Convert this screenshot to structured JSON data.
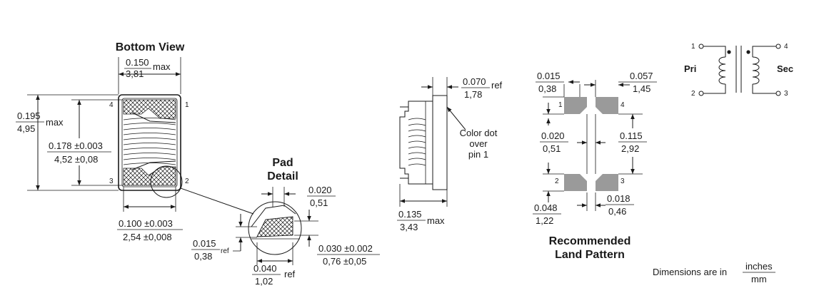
{
  "bottom_view": {
    "title": "Bottom View",
    "width": {
      "in": "0.150",
      "mm": "3,81",
      "note": "max"
    },
    "height": {
      "in": "0.195",
      "mm": "4,95",
      "note": "max"
    },
    "height_tol": {
      "in": "0.178 ±0.003",
      "mm": "4,52 ±0,08"
    },
    "pad_span": {
      "in": "0.100 ±0.003",
      "mm": "2,54 ±0,008"
    },
    "pins": [
      "4",
      "1",
      "3",
      "2"
    ]
  },
  "pad_detail": {
    "title_line1": "Pad",
    "title_line2": "Detail",
    "pad_width": {
      "in": "0.020",
      "mm": "0,51"
    },
    "pad_offset": {
      "in": "0.015",
      "mm": "0,38",
      "note": "ref"
    },
    "pad_length": {
      "in": "0.040",
      "mm": "1,02",
      "note": "ref"
    },
    "pad_height": {
      "in": "0.030 ±0.002",
      "mm": "0,76 ±0,05"
    }
  },
  "side_view": {
    "flange": {
      "in": "0.070",
      "mm": "1,78",
      "note": "ref"
    },
    "dot_note": [
      "Color dot",
      "over",
      "pin 1"
    ],
    "depth": {
      "in": "0.135",
      "mm": "3,43",
      "note": "max"
    }
  },
  "land_pattern": {
    "title_line1": "Recommended",
    "title_line2": "Land Pattern",
    "gap": {
      "in": "0.015",
      "mm": "0,38"
    },
    "pad_len": {
      "in": "0.057",
      "mm": "1,45"
    },
    "pad_gap": {
      "in": "0.020",
      "mm": "0,51"
    },
    "span": {
      "in": "0.115",
      "mm": "2,92"
    },
    "pad_w": {
      "in": "0.018",
      "mm": "0,46"
    },
    "pad_h": {
      "in": "0.048",
      "mm": "1,22"
    },
    "pins": [
      "1",
      "4",
      "2",
      "3"
    ]
  },
  "schematic": {
    "pri": "Pri",
    "sec": "Sec",
    "pins": [
      "1",
      "2",
      "4",
      "3"
    ]
  },
  "footer": {
    "label": "Dimensions are in",
    "unit_top": "inches",
    "unit_bottom": "mm"
  },
  "colors": {
    "line": "#1a1a1a",
    "pad": "#9a9a9a"
  }
}
